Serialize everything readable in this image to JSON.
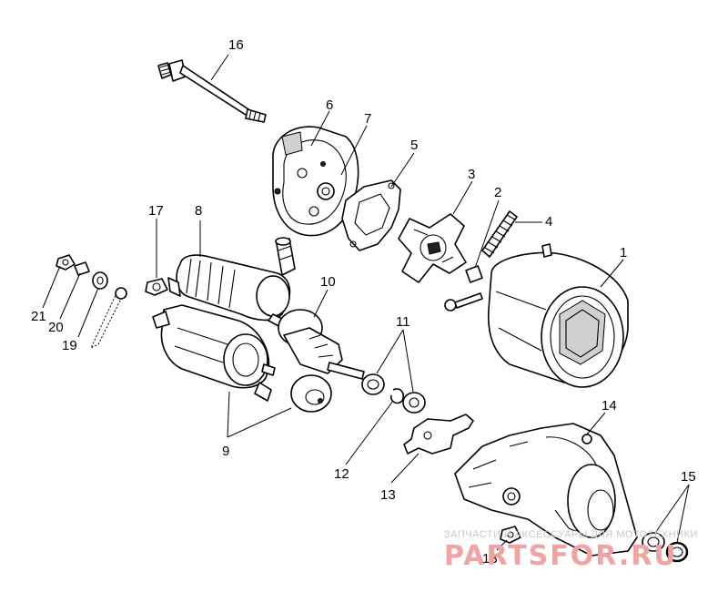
{
  "diagram": {
    "callouts": [
      "1",
      "2",
      "3",
      "4",
      "5",
      "6",
      "7",
      "8",
      "9",
      "10",
      "11",
      "12",
      "13",
      "14",
      "15",
      "16",
      "17",
      "18",
      "19",
      "20",
      "21"
    ]
  },
  "watermark": {
    "tagline": "ЗАПЧАСТИ И АКСЕССУАРЫ ДЛЯ МОТОТЕХНИКИ",
    "brand": "PARTSFOR.RU",
    "brand_color": "#f0a3a3"
  }
}
